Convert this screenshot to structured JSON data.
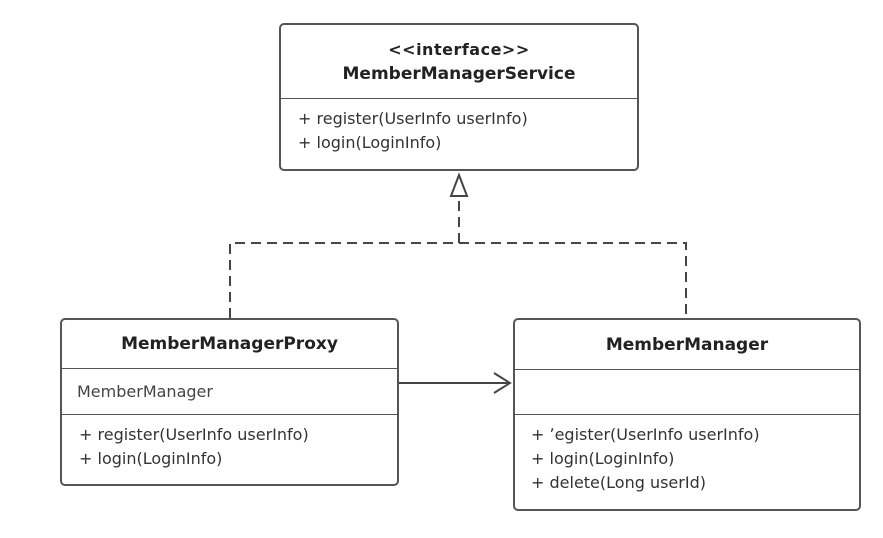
{
  "classes": {
    "service": {
      "stereotype": "<<interface>>",
      "name": "MemberManagerService",
      "methods": [
        "+ register(UserInfo userInfo)",
        "+ login(LoginInfo)"
      ]
    },
    "proxy": {
      "name": "MemberManagerProxy",
      "attributes": [
        "MemberManager"
      ],
      "methods": [
        "+ register(UserInfo userInfo)",
        "+ login(LoginInfo)"
      ]
    },
    "manager": {
      "name": "MemberManager",
      "attributes": [],
      "methods": [
        "+ ʼegister(UserInfo userInfo)",
        "+ login(LoginInfo)",
        "+ delete(Long userId)"
      ]
    }
  },
  "colors": {
    "border": "#555555",
    "text": "#333333"
  }
}
